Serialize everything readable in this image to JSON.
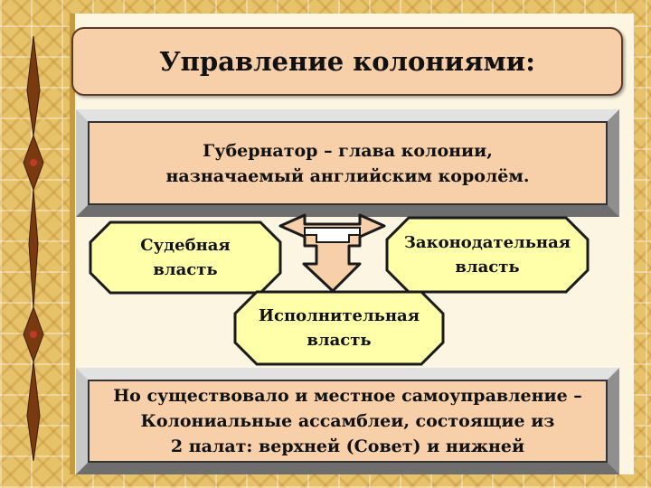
{
  "title": "Управление колониями:",
  "governor": {
    "line1": "Губернатор – глава колонии,",
    "line2": "назначаемый английским королём."
  },
  "branches": {
    "judicial": {
      "line1": "Судебная",
      "line2": "власть"
    },
    "legislative": {
      "line1": "Законодательная",
      "line2": "власть"
    },
    "executive": {
      "line1": "Исполнительная",
      "line2": "власть"
    }
  },
  "note": {
    "line1": "Но существовало и местное самоуправление –",
    "line2": "Колониальные ассамблеи, состоящие из",
    "line3": "2 палат: верхней (Совет) и нижней"
  },
  "colors": {
    "box_fill": "#f7cfa8",
    "octagon_fill": "#ffffaa",
    "background": "#e6c26a"
  }
}
